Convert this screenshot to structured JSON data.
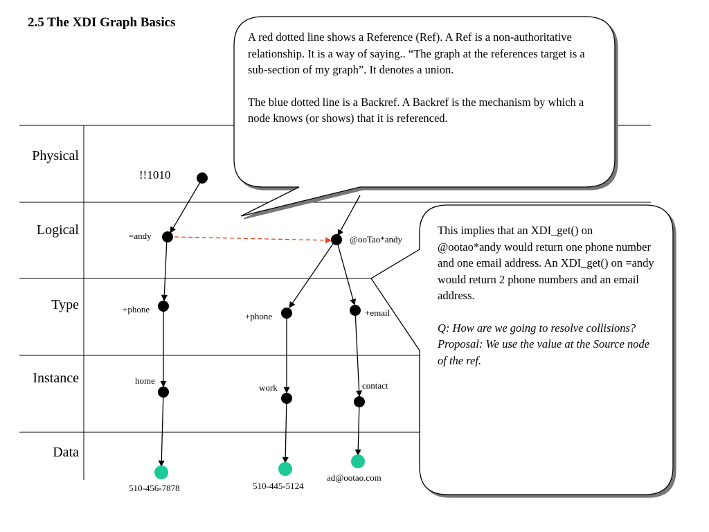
{
  "title": "2.5 The XDI Graph Basics",
  "rows": [
    "Physical",
    "Logical",
    "Type",
    "Instance",
    "Data"
  ],
  "nodes": {
    "physical": "!!1010",
    "logical_left": "=andy",
    "logical_right": "@ooTao*andy",
    "type_left_phone": "+phone",
    "type_mid_phone": "+phone",
    "type_email": "+email",
    "inst_home": "home",
    "inst_work": "work",
    "inst_contact": "contact",
    "data_home": "510-456-7878",
    "data_work": "510-445-5124",
    "data_email": "ad@ootao.com"
  },
  "callout_top": {
    "para1": "A red dotted line shows a Reference (Ref). A Ref is a non-authoritative relationship. It is a way of saying.. “The graph at the references target is a sub-section of my graph”. It denotes a union.",
    "para2": "The blue dotted line is a Backref. A Backref is the mechanism by which a node knows (or shows) that it is referenced."
  },
  "callout_right": {
    "para1": "This implies that an XDI_get() on @ootao*andy would return one phone number and one email address. An XDI_get() on =andy would return 2 phone numbers and an email address.",
    "para2_line1": "Q: How are we going to resolve collisions?",
    "para2_line2": "Proposal: We use the value at the Source node of the ref."
  },
  "colors": {
    "ref_line": "#e8441e",
    "data_node": "#1fc997",
    "node": "#000000"
  }
}
